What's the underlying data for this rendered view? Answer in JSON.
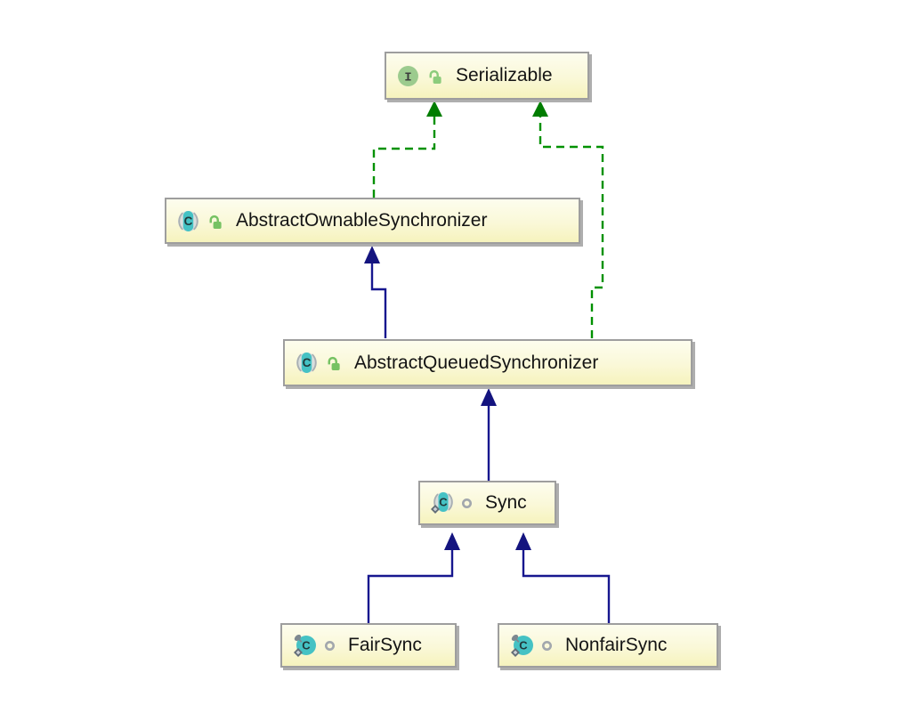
{
  "diagram": {
    "title": "ReentrantLock synchronizer class hierarchy",
    "type": "uml-class-diagram",
    "background_color": "#ffffff",
    "colors": {
      "node_fill_top": "#fdfdee",
      "node_fill_bottom": "#f6f3bd",
      "node_border": "#9e9e9e",
      "node_shadow": "#aeaeae",
      "extends_edge": "#17178f",
      "implements_edge": "#009100",
      "class_icon_teal": "#45c2c4",
      "interface_icon_green": "#9ccb8e",
      "lock_icon_green": "#76c263",
      "badge_gray": "#636d77",
      "text": "#141414"
    },
    "nodes": [
      {
        "label": "Serializable",
        "kind": "interface",
        "visibility": "public",
        "icons": [
          "interface-icon",
          "lock-open-icon"
        ]
      },
      {
        "label": "AbstractOwnableSynchronizer",
        "kind": "abstract class",
        "visibility": "public",
        "icons": [
          "abstract-class-icon",
          "lock-open-icon"
        ]
      },
      {
        "label": "AbstractQueuedSynchronizer",
        "kind": "abstract class",
        "visibility": "public",
        "icons": [
          "abstract-class-icon",
          "lock-open-icon"
        ]
      },
      {
        "label": "Sync",
        "kind": "abstract static class",
        "visibility": "package-private",
        "icons": [
          "abstract-static-class-icon",
          "package-private-icon"
        ]
      },
      {
        "label": "FairSync",
        "kind": "final static class",
        "visibility": "package-private",
        "icons": [
          "final-static-class-icon",
          "package-private-icon"
        ]
      },
      {
        "label": "NonfairSync",
        "kind": "final static class",
        "visibility": "package-private",
        "icons": [
          "final-static-class-icon",
          "package-private-icon"
        ]
      }
    ],
    "edges": [
      {
        "from": "AbstractOwnableSynchronizer",
        "to": "Serializable",
        "type": "implements",
        "style": "green-dashed-solid-triangle"
      },
      {
        "from": "AbstractQueuedSynchronizer",
        "to": "Serializable",
        "type": "implements",
        "style": "green-dashed-solid-triangle"
      },
      {
        "from": "AbstractQueuedSynchronizer",
        "to": "AbstractOwnableSynchronizer",
        "type": "extends",
        "style": "blue-solid-solid-triangle"
      },
      {
        "from": "Sync",
        "to": "AbstractQueuedSynchronizer",
        "type": "extends",
        "style": "blue-solid-solid-triangle"
      },
      {
        "from": "FairSync",
        "to": "Sync",
        "type": "extends",
        "style": "blue-solid-solid-triangle"
      },
      {
        "from": "NonfairSync",
        "to": "Sync",
        "type": "extends",
        "style": "blue-solid-solid-triangle"
      }
    ]
  }
}
